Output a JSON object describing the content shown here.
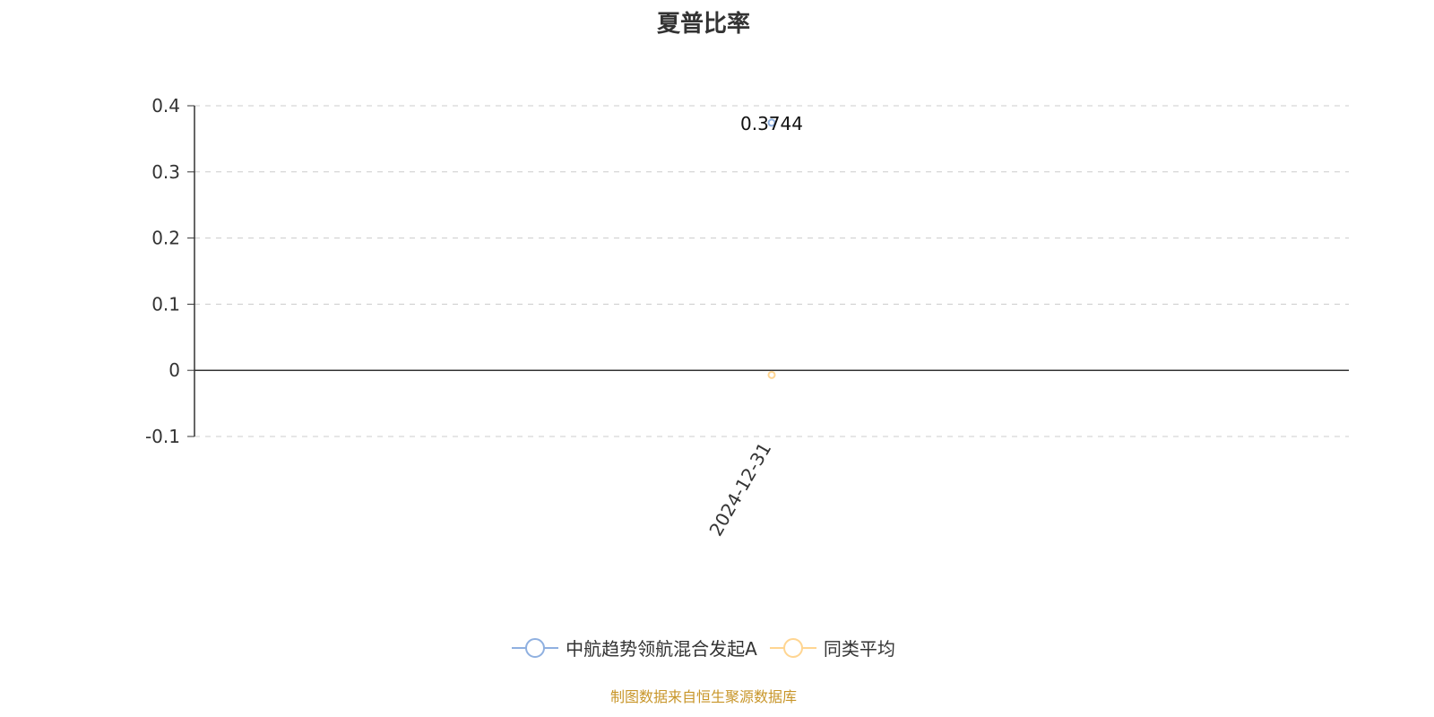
{
  "chart_data": {
    "type": "line",
    "title": "夏普比率",
    "categories": [
      "2024-12-31"
    ],
    "series": [
      {
        "name": "中航趋势领航混合发起A",
        "values": [
          0.3744
        ],
        "color": "#8fb0e0",
        "show_label": true,
        "label": "0.3744"
      },
      {
        "name": "同类平均",
        "values": [
          -0.007
        ],
        "color": "#ffd591",
        "show_label": false
      }
    ],
    "yticks": [
      "0.4",
      "0.3",
      "0.2",
      "0.1",
      "0",
      "-0.1"
    ],
    "ylim": [
      -0.1,
      0.4
    ],
    "grid": true,
    "legend_position": "bottom"
  },
  "source": "制图数据来自恒生聚源数据库"
}
